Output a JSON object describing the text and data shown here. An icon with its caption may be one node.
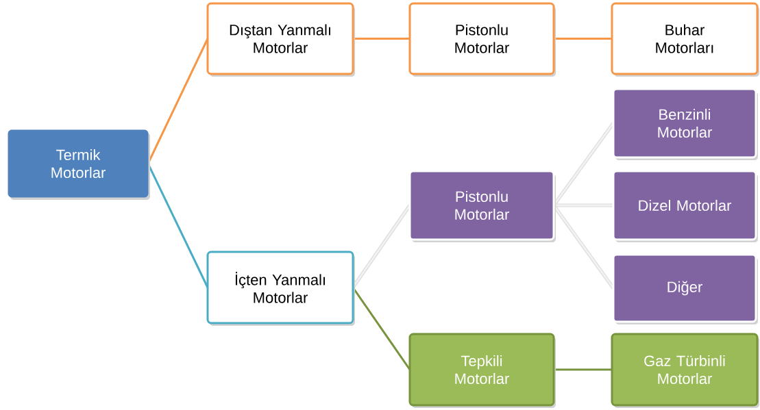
{
  "diagram": {
    "nodes": [
      {
        "text": [
          "Termik Motorlar"
        ]
      },
      {
        "text": [
          "Dıştan Yanmalı Motorlar"
        ]
      },
      {
        "text": [
          "Pistonlu Motorlar"
        ]
      },
      {
        "text": [
          "Buhar Motorları"
        ]
      },
      {
        "text": [
          "İçten Yanmalı Motorlar"
        ]
      },
      {
        "text": [
          "Pistonlu Motorlar"
        ]
      },
      {
        "text": [
          "Benzinli Motorlar"
        ]
      },
      {
        "text": [
          "Dizel Motorlar"
        ]
      },
      {
        "text": [
          "Diğer"
        ]
      },
      {
        "text": [
          "Tepkili Motorlar"
        ]
      },
      {
        "text": [
          "Gaz Türbinli Motorlar"
        ]
      }
    ],
    "edges": [
      {
        "from": 0,
        "to": 1,
        "arrow": "none",
        "color": "#f79646"
      },
      {
        "from": 1,
        "to": 2,
        "arrow": "none",
        "color": "#f79646"
      },
      {
        "from": 2,
        "to": 3,
        "arrow": "none",
        "color": "#f79646"
      },
      {
        "from": 0,
        "to": 4,
        "arrow": "none",
        "color": "#4bacc6"
      },
      {
        "from": 4,
        "to": 5,
        "arrow": "none",
        "color": "#f2f2f2"
      },
      {
        "from": 5,
        "to": 6,
        "arrow": "none",
        "color": "#f2f2f2"
      },
      {
        "from": 5,
        "to": 7,
        "arrow": "none",
        "color": "#f2f2f2"
      },
      {
        "from": 5,
        "to": 8,
        "arrow": "none",
        "color": "#f2f2f2"
      },
      {
        "from": 4,
        "to": 9,
        "arrow": "none",
        "color": "#77933c"
      },
      {
        "from": 9,
        "to": 10,
        "arrow": "none",
        "color": "#77933c"
      }
    ]
  }
}
